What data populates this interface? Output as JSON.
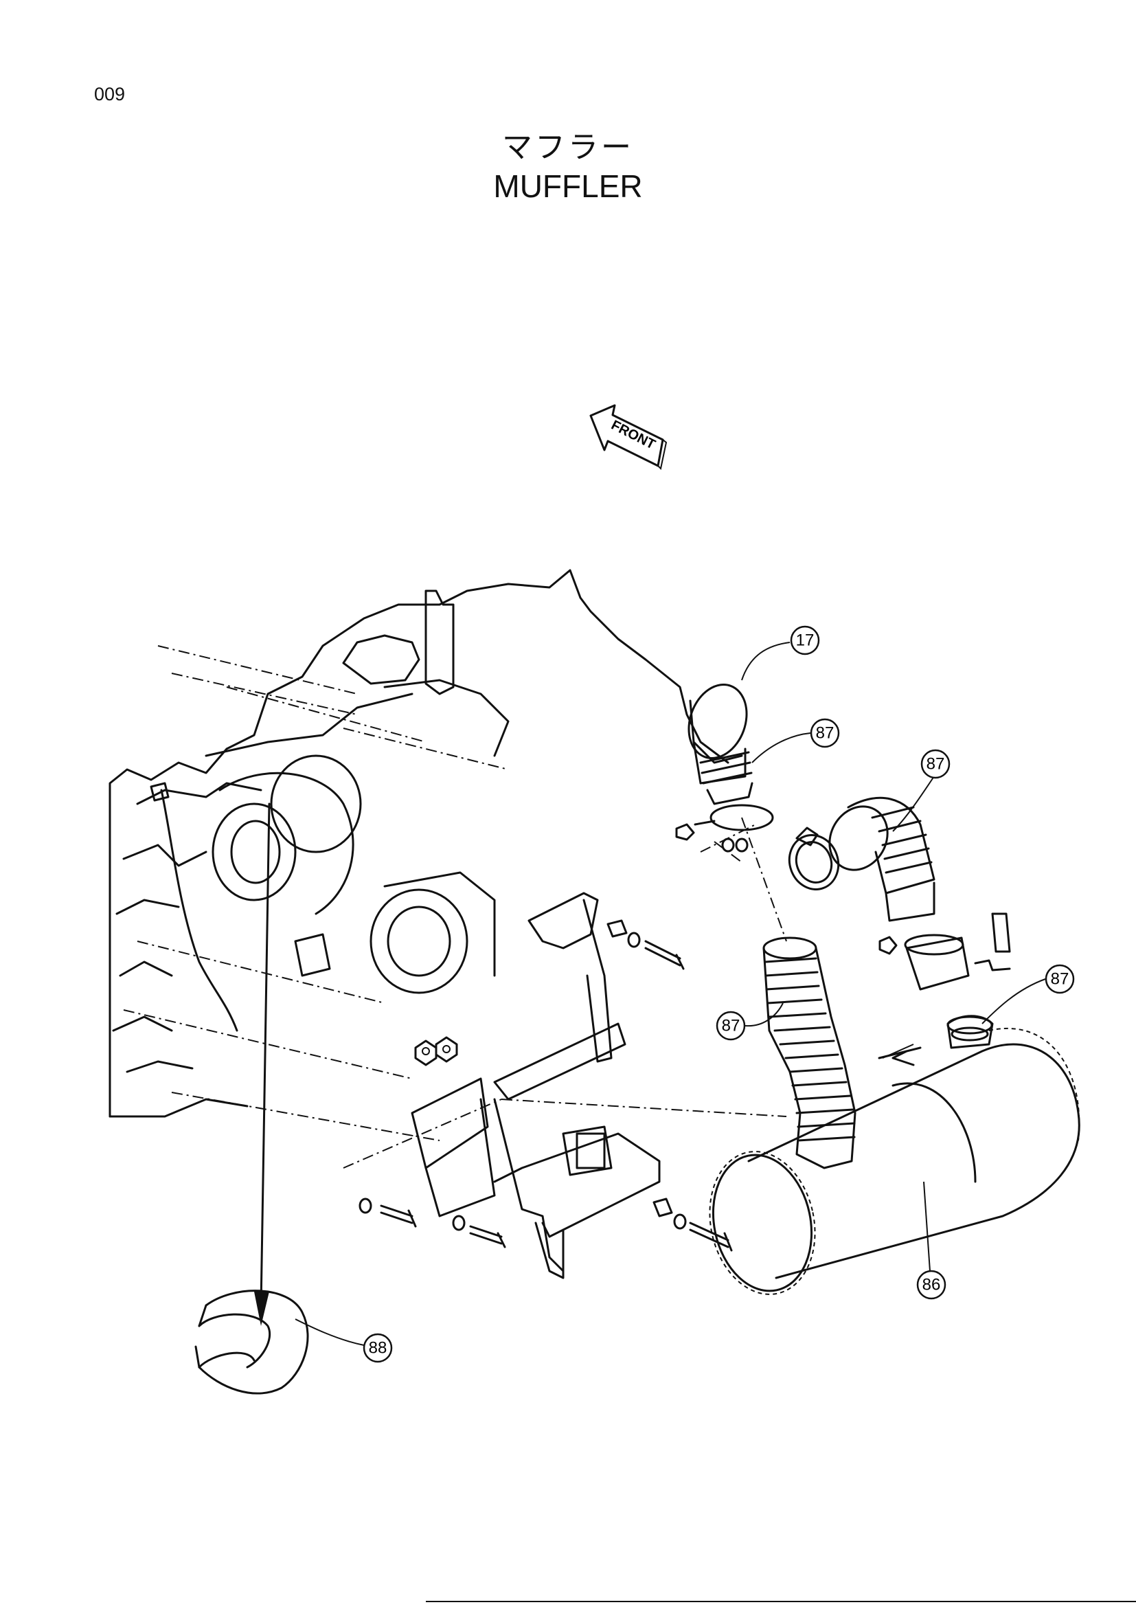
{
  "page": {
    "number": "009"
  },
  "title": {
    "japanese": "マフラー",
    "english": "MUFFLER"
  },
  "front_label": "FRONT",
  "callouts": [
    "17",
    "87",
    "87",
    "87",
    "87",
    "86",
    "88"
  ],
  "colors": {
    "ink": "#111111",
    "paper": "#ffffff"
  }
}
